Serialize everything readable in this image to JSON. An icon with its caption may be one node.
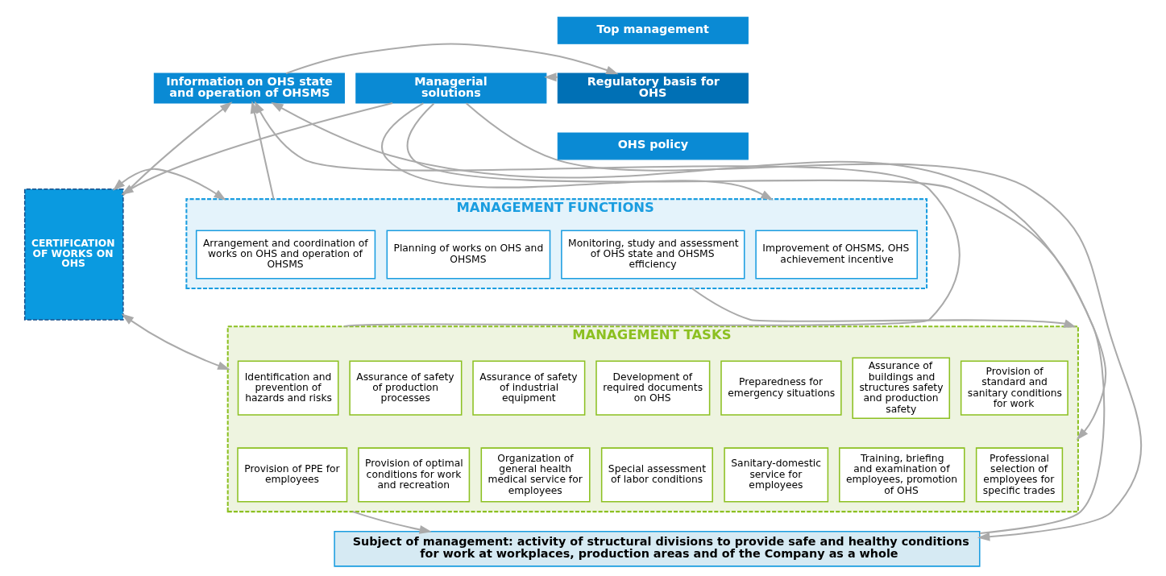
{
  "diagram": {
    "nodes": [
      {
        "text": [
          "Information on OHS state and operation of OHSMS"
        ]
      },
      {
        "text": [
          "Top management"
        ]
      },
      {
        "text": [
          "Regulatory basis for OHS"
        ]
      },
      {
        "text": [
          "OHS policy"
        ]
      },
      {
        "text": [
          "Managerial solutions"
        ]
      },
      {
        "text": [
          "CERTIFICATION OF WORKS ON OHS"
        ]
      },
      {
        "text": [
          "MANAGEMENT FUNCTIONS"
        ]
      },
      {
        "text": [
          "Arrangement and coordination of works on OHS and operation of OHSMS"
        ],
        "in": 6
      },
      {
        "text": [
          "Planning of works on OHS and OHSMS"
        ],
        "in": 6
      },
      {
        "text": [
          "Monitoring, study and assessment of OHS state and OHSMS efficiency"
        ],
        "in": 6
      },
      {
        "text": [
          "Improvement of OHSMS, OHS achievement incentive"
        ],
        "in": 6
      },
      {
        "text": [
          "MANAGEMENT TASKS"
        ]
      },
      {
        "text": [
          "Identification and prevention of hazards and risks"
        ],
        "in": 11
      },
      {
        "text": [
          "Assurance of safety of production processes"
        ],
        "in": 11
      },
      {
        "text": [
          "Assurance of safety of industrial equipment"
        ],
        "in": 11
      },
      {
        "text": [
          "Development of required documents on OHS"
        ],
        "in": 11
      },
      {
        "text": [
          "Preparedness for emergency situations"
        ],
        "in": 11
      },
      {
        "text": [
          "Assurance of buildings and structures safety and production safety"
        ],
        "in": 11
      },
      {
        "text": [
          "Provision of standard and sanitary conditions for work"
        ],
        "in": 11
      },
      {
        "text": [
          "Provision of PPE for employees"
        ],
        "in": 11
      },
      {
        "text": [
          "Provision of optimal conditions for work and recreation"
        ],
        "in": 11
      },
      {
        "text": [
          "Organization of general health medical service for employees"
        ],
        "in": 11
      },
      {
        "text": [
          "Special assessment of labor conditions"
        ],
        "in": 11
      },
      {
        "text": [
          "Sanitary-domestic service for employees"
        ],
        "in": 11
      },
      {
        "text": [
          "Training, briefing and examination of employees, promotion of OHS"
        ],
        "in": 11
      },
      {
        "text": [
          "Professional selection of employees for specific trades"
        ],
        "in": 11
      },
      {
        "text": [
          "Subject of management: activity of structural divisions to provide safe and healthy conditions for work at workplaces, production areas and of the Company as a whole"
        ]
      }
    ],
    "edges": [
      {
        "from": 0,
        "to": 2,
        "arrow": "to"
      },
      {
        "from": 2,
        "to": 4,
        "arrow": "to"
      },
      {
        "from": 4,
        "to": 6,
        "arrow": "to"
      },
      {
        "from": 4,
        "to": 11,
        "arrow": "to"
      },
      {
        "from": 4,
        "to": 26,
        "arrow": "to"
      },
      {
        "from": 4,
        "to": 5,
        "arrow": "to"
      },
      {
        "from": 5,
        "to": 6,
        "arrow": "both"
      },
      {
        "from": 5,
        "to": 11,
        "arrow": "both"
      },
      {
        "from": 6,
        "to": 11,
        "arrow": "to"
      },
      {
        "from": 11,
        "to": 26,
        "arrow": "to"
      },
      {
        "from": 6,
        "to": 0,
        "arrow": "to"
      },
      {
        "from": 5,
        "to": 0,
        "arrow": "to"
      },
      {
        "from": 11,
        "to": 0,
        "arrow": "to"
      },
      {
        "from": 26,
        "to": 0,
        "arrow": "to"
      }
    ]
  }
}
